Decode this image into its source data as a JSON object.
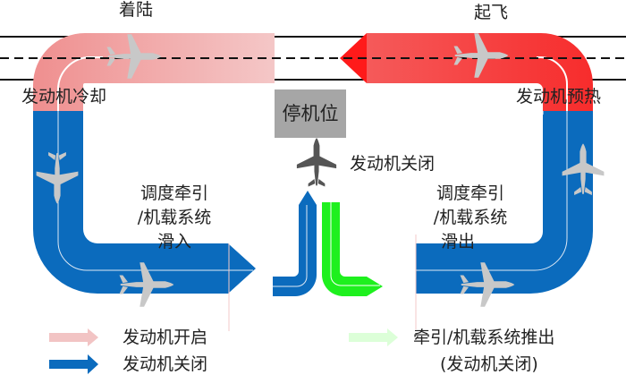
{
  "title_landing": "着陆",
  "title_takeoff": "起飞",
  "engine_cooling": "发动机冷却",
  "engine_warmup": "发动机预热",
  "stand": "停机位",
  "engine_off_at_stand": "发动机关闭",
  "taxi_in": {
    "line1": "调度牵引",
    "line2": "/机载系统",
    "line3": "滑入"
  },
  "taxi_out": {
    "line1": "调度牵引",
    "line2": "/机载系统",
    "line3": "滑出"
  },
  "legend": [
    {
      "label": "发动机开启",
      "color": "#f2c4c4"
    },
    {
      "label": "发动机关闭",
      "color": "#0b6bbd"
    },
    {
      "label": "牵引/机载系统推出",
      "label2": "(发动机关闭)",
      "color": "#dcffd8"
    }
  ],
  "colors": {
    "landing_red": "#f0a0a0",
    "takeoff_red": "#f53b3b",
    "arrow_red": "#ff1a1a",
    "taxi_blue": "#0b6bbd",
    "pushback_green": "#1ef01e",
    "plane_gray": "#c8c8c8",
    "plane_dark": "#555555",
    "stand_gray": "#a6a6a6"
  }
}
